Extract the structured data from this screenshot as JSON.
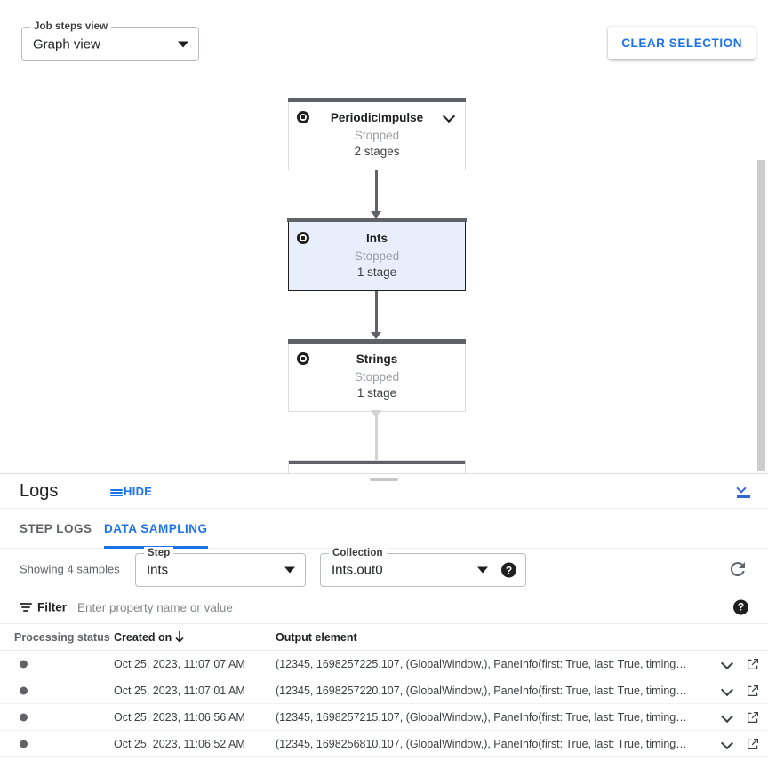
{
  "toolbar": {
    "job_steps_view": {
      "label": "Job steps view",
      "value": "Graph view"
    },
    "clear_selection_label": "CLEAR SELECTION"
  },
  "graph": {
    "nodes": [
      {
        "name": "PeriodicImpulse",
        "status": "Stopped",
        "stages": "2 stages",
        "selected": false,
        "has_chevron": true
      },
      {
        "name": "Ints",
        "status": "Stopped",
        "stages": "1 stage",
        "selected": true,
        "has_chevron": false
      },
      {
        "name": "Strings",
        "status": "Stopped",
        "stages": "1 stage",
        "selected": false,
        "has_chevron": false
      }
    ]
  },
  "logs": {
    "title": "Logs",
    "hide_label": "HIDE",
    "tabs": [
      {
        "id": "step-logs",
        "label": "STEP LOGS",
        "active": false
      },
      {
        "id": "data-sampling",
        "label": "DATA SAMPLING",
        "active": true
      }
    ],
    "controls": {
      "showing_text": "Showing 4 samples",
      "step": {
        "label": "Step",
        "value": "Ints"
      },
      "collection": {
        "label": "Collection",
        "value": "Ints.out0"
      },
      "help_glyph": "?"
    },
    "filter": {
      "label": "Filter",
      "placeholder": "Enter property name or value",
      "value": ""
    },
    "table": {
      "columns": [
        "Processing status",
        "Created on",
        "Output element"
      ],
      "sorted_column": "Created on",
      "sort_direction": "desc",
      "rows": [
        {
          "created_on": "Oct 25, 2023, 11:07:07 AM",
          "output_element": "(12345, 1698257225.107, (GlobalWindow,), PaneInfo(first: True, last: True, timing…"
        },
        {
          "created_on": "Oct 25, 2023, 11:07:01 AM",
          "output_element": "(12345, 1698257220.107, (GlobalWindow,), PaneInfo(first: True, last: True, timing…"
        },
        {
          "created_on": "Oct 25, 2023, 11:06:56 AM",
          "output_element": "(12345, 1698257215.107, (GlobalWindow,), PaneInfo(first: True, last: True, timing…"
        },
        {
          "created_on": "Oct 25, 2023, 11:06:52 AM",
          "output_element": "(12345, 1698256810.107, (GlobalWindow,), PaneInfo(first: True, last: True, timing…"
        }
      ]
    }
  },
  "colors": {
    "accent": "#1a73e8",
    "node_selected_bg": "#e8eefb",
    "node_bar": "#5f6368",
    "muted": "#9aa0a6"
  }
}
